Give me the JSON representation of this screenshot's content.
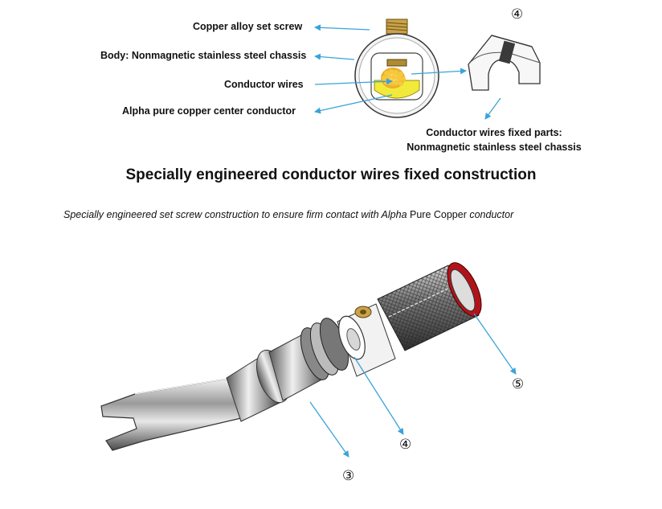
{
  "top_diagram": {
    "labels": {
      "set_screw": "Copper alloy set screw",
      "body": "Body: Nonmagnetic stainless steel chassis",
      "conductor_wires": "Conductor wires",
      "center_conductor": "Alpha pure copper  center conductor"
    },
    "part_number": "④",
    "fixed_parts_caption": {
      "line1": "Conductor wires fixed parts:",
      "line2": "Nonmagnetic stainless steel chassis"
    }
  },
  "heading": "Specially engineered conductor wires fixed construction",
  "subtitle": {
    "part1": "Specially engineered set screw construction to ensure firm contact with Alpha",
    "part2": " Pure Copper ",
    "part3": "conductor"
  },
  "callouts": {
    "n3": "③",
    "n4": "④",
    "n5": "⑤"
  },
  "colors": {
    "arrow": "#3aa3d8",
    "copper_fill": "#f1ea3a",
    "brass": "#c9a24a",
    "red_ring": "#b0141a"
  }
}
